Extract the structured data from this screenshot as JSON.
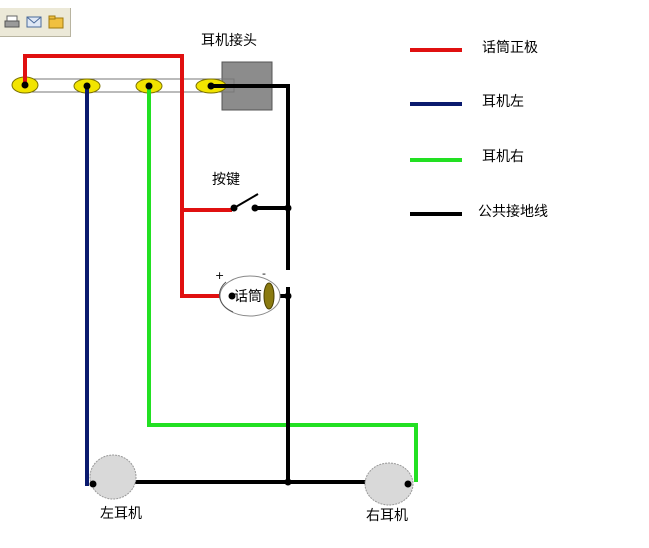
{
  "labels": {
    "headphone_jack": "耳机接头",
    "button": "按键",
    "mic": "话筒",
    "left_ear": "左耳机",
    "right_ear": "右耳机",
    "plus": "+",
    "minus": "-"
  },
  "legend": [
    {
      "label": "话筒正极",
      "color": "#e01010"
    },
    {
      "label": "耳机左",
      "color": "#0a1a6e"
    },
    {
      "label": "耳机右",
      "color": "#22e022"
    },
    {
      "label": "公共接地线",
      "color": "#000000"
    }
  ],
  "toolbar": {
    "icons": [
      "print-icon",
      "email-icon",
      "folder-icon"
    ]
  }
}
